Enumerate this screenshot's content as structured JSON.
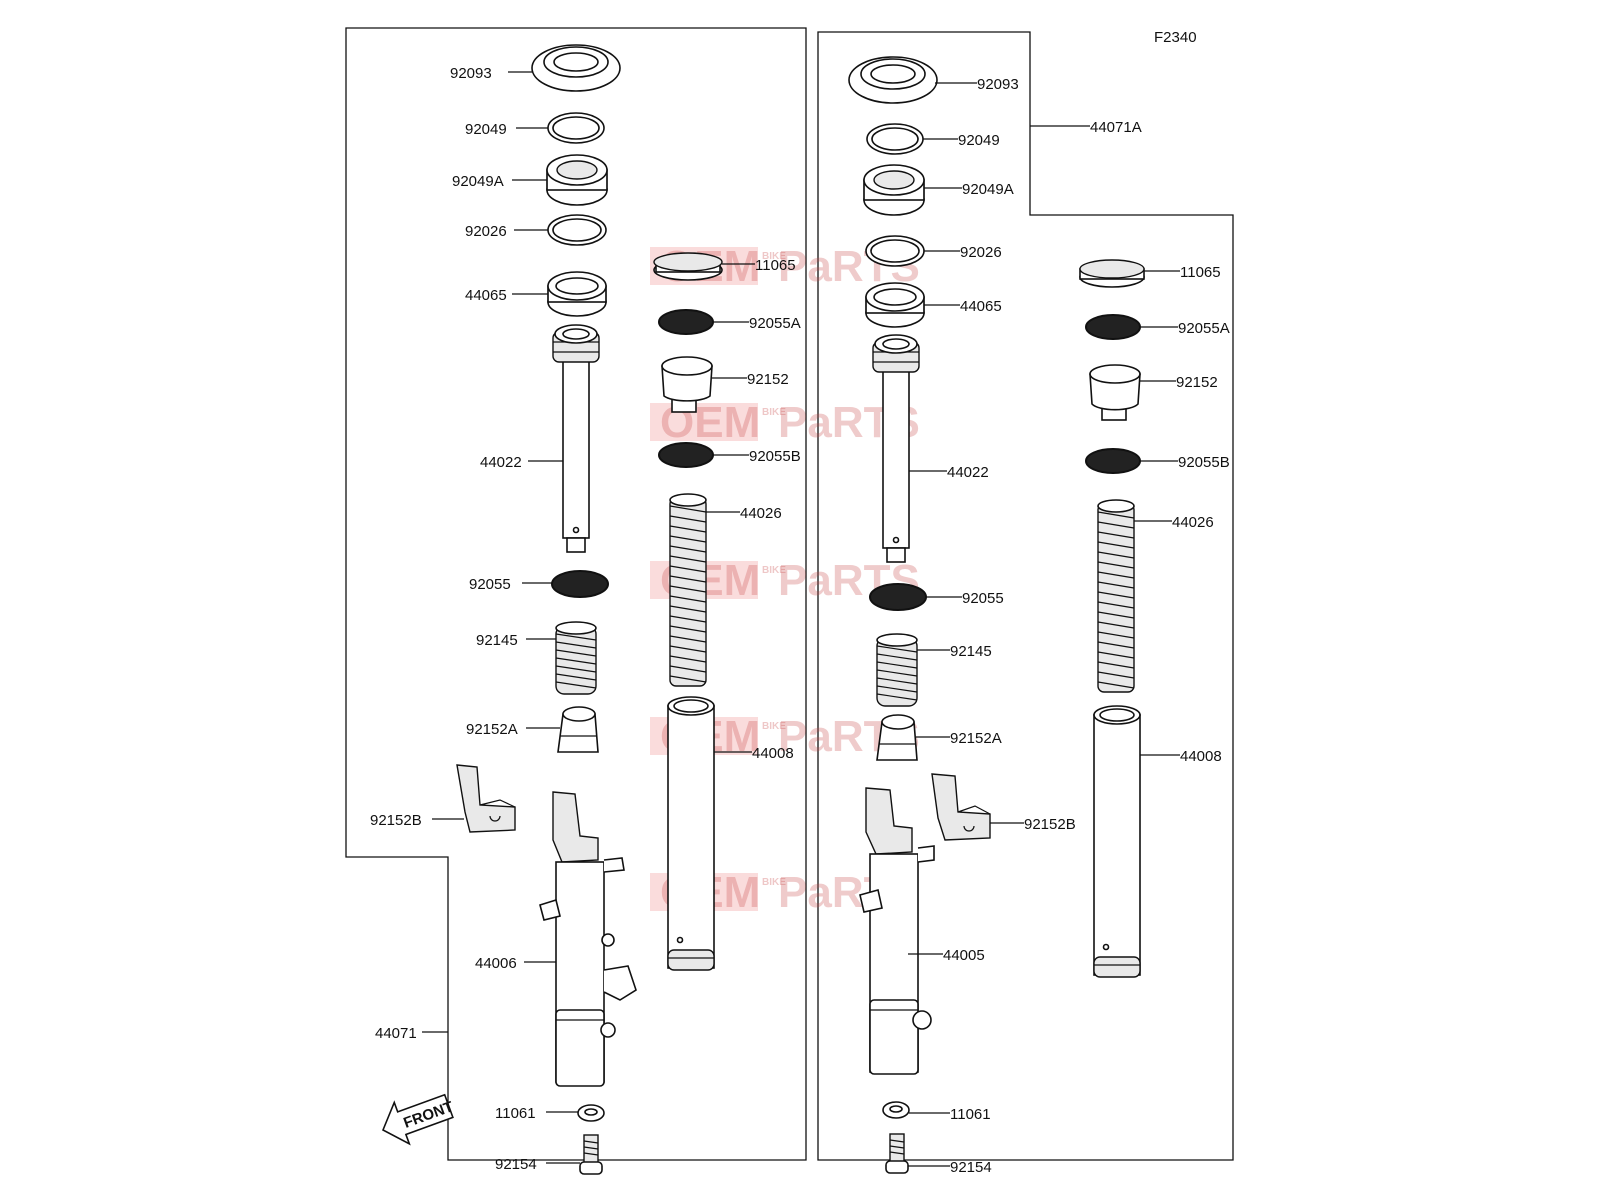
{
  "figure_code": "F2340",
  "watermark": {
    "oem": "OEM",
    "bike": "BIKE",
    "parts": "PaRTS"
  },
  "front_label": "FRONT",
  "labels": {
    "l_92093": "92093",
    "l_92049": "92049",
    "l_92049A": "92049A",
    "l_92026": "92026",
    "l_44065": "44065",
    "l_44022": "44022",
    "l_92055": "92055",
    "l_92145": "92145",
    "l_92152A": "92152A",
    "l_92152B": "92152B",
    "l_44006": "44006",
    "l_44071": "44071",
    "l_11061": "11061",
    "l_92154": "92154",
    "m_11065": "11065",
    "m_92055A": "92055A",
    "m_92152": "92152",
    "m_92055B": "92055B",
    "m_44026": "44026",
    "m_44008": "44008",
    "r_92093": "92093",
    "r_92049": "92049",
    "r_92049A": "92049A",
    "r_92026": "92026",
    "r_44065": "44065",
    "r_44022": "44022",
    "r_92055": "92055",
    "r_92145": "92145",
    "r_92152A": "92152A",
    "r_92152B": "92152B",
    "r_44005": "44005",
    "r_11061": "11061",
    "r_92154": "92154",
    "r_44071A": "44071A",
    "f_11065": "11065",
    "f_92055A": "92055A",
    "f_92152": "92152",
    "f_92055B": "92055B",
    "f_44026": "44026",
    "f_44008": "44008"
  }
}
